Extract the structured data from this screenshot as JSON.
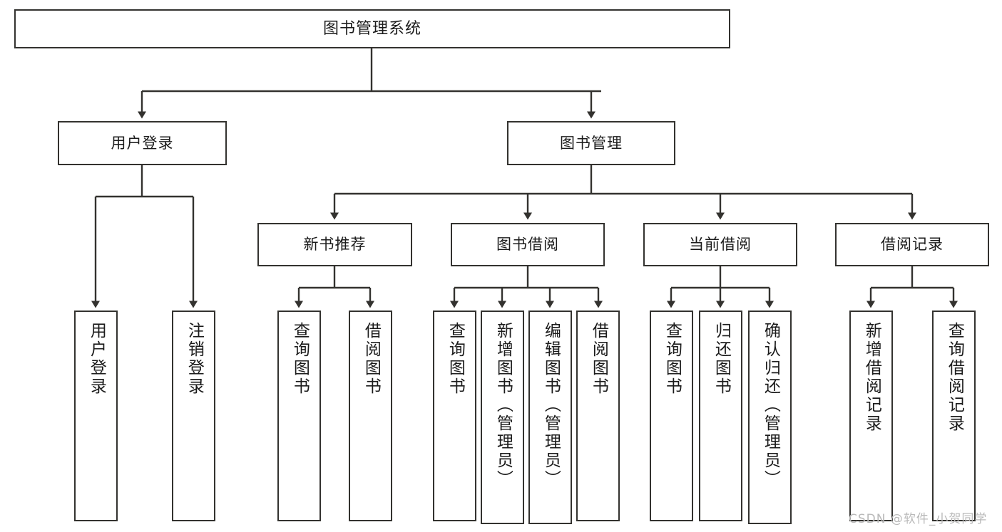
{
  "diagram": {
    "title": "图书管理系统",
    "watermark": "CSDN @软件_小贺同学",
    "line_color": "#33322f",
    "box_fill": "#ffffff",
    "text_color": "#1b1b1b"
  },
  "levels": {
    "root": {
      "label": "图书管理系统"
    },
    "level2": [
      {
        "label": "用户登录"
      },
      {
        "label": "图书管理"
      }
    ],
    "level3": [
      {
        "label": "新书推荐"
      },
      {
        "label": "图书借阅"
      },
      {
        "label": "当前借阅"
      },
      {
        "label": "借阅记录"
      }
    ],
    "leaves": {
      "user_login": [
        {
          "label": "用户登录"
        },
        {
          "label": "注销登录"
        }
      ],
      "new_book": [
        {
          "label": "查询图书"
        },
        {
          "label": "借阅图书"
        }
      ],
      "book_borrow": [
        {
          "label": "查询图书"
        },
        {
          "label": "新增图书（管理员）"
        },
        {
          "label": "编辑图书（管理员）"
        },
        {
          "label": "借阅图书"
        }
      ],
      "current_borrow": [
        {
          "label": "查询图书"
        },
        {
          "label": "归还图书"
        },
        {
          "label": "确认归还（管理员）"
        }
      ],
      "borrow_record": [
        {
          "label": "新增借阅记录"
        },
        {
          "label": "查询借阅记录"
        }
      ]
    }
  }
}
